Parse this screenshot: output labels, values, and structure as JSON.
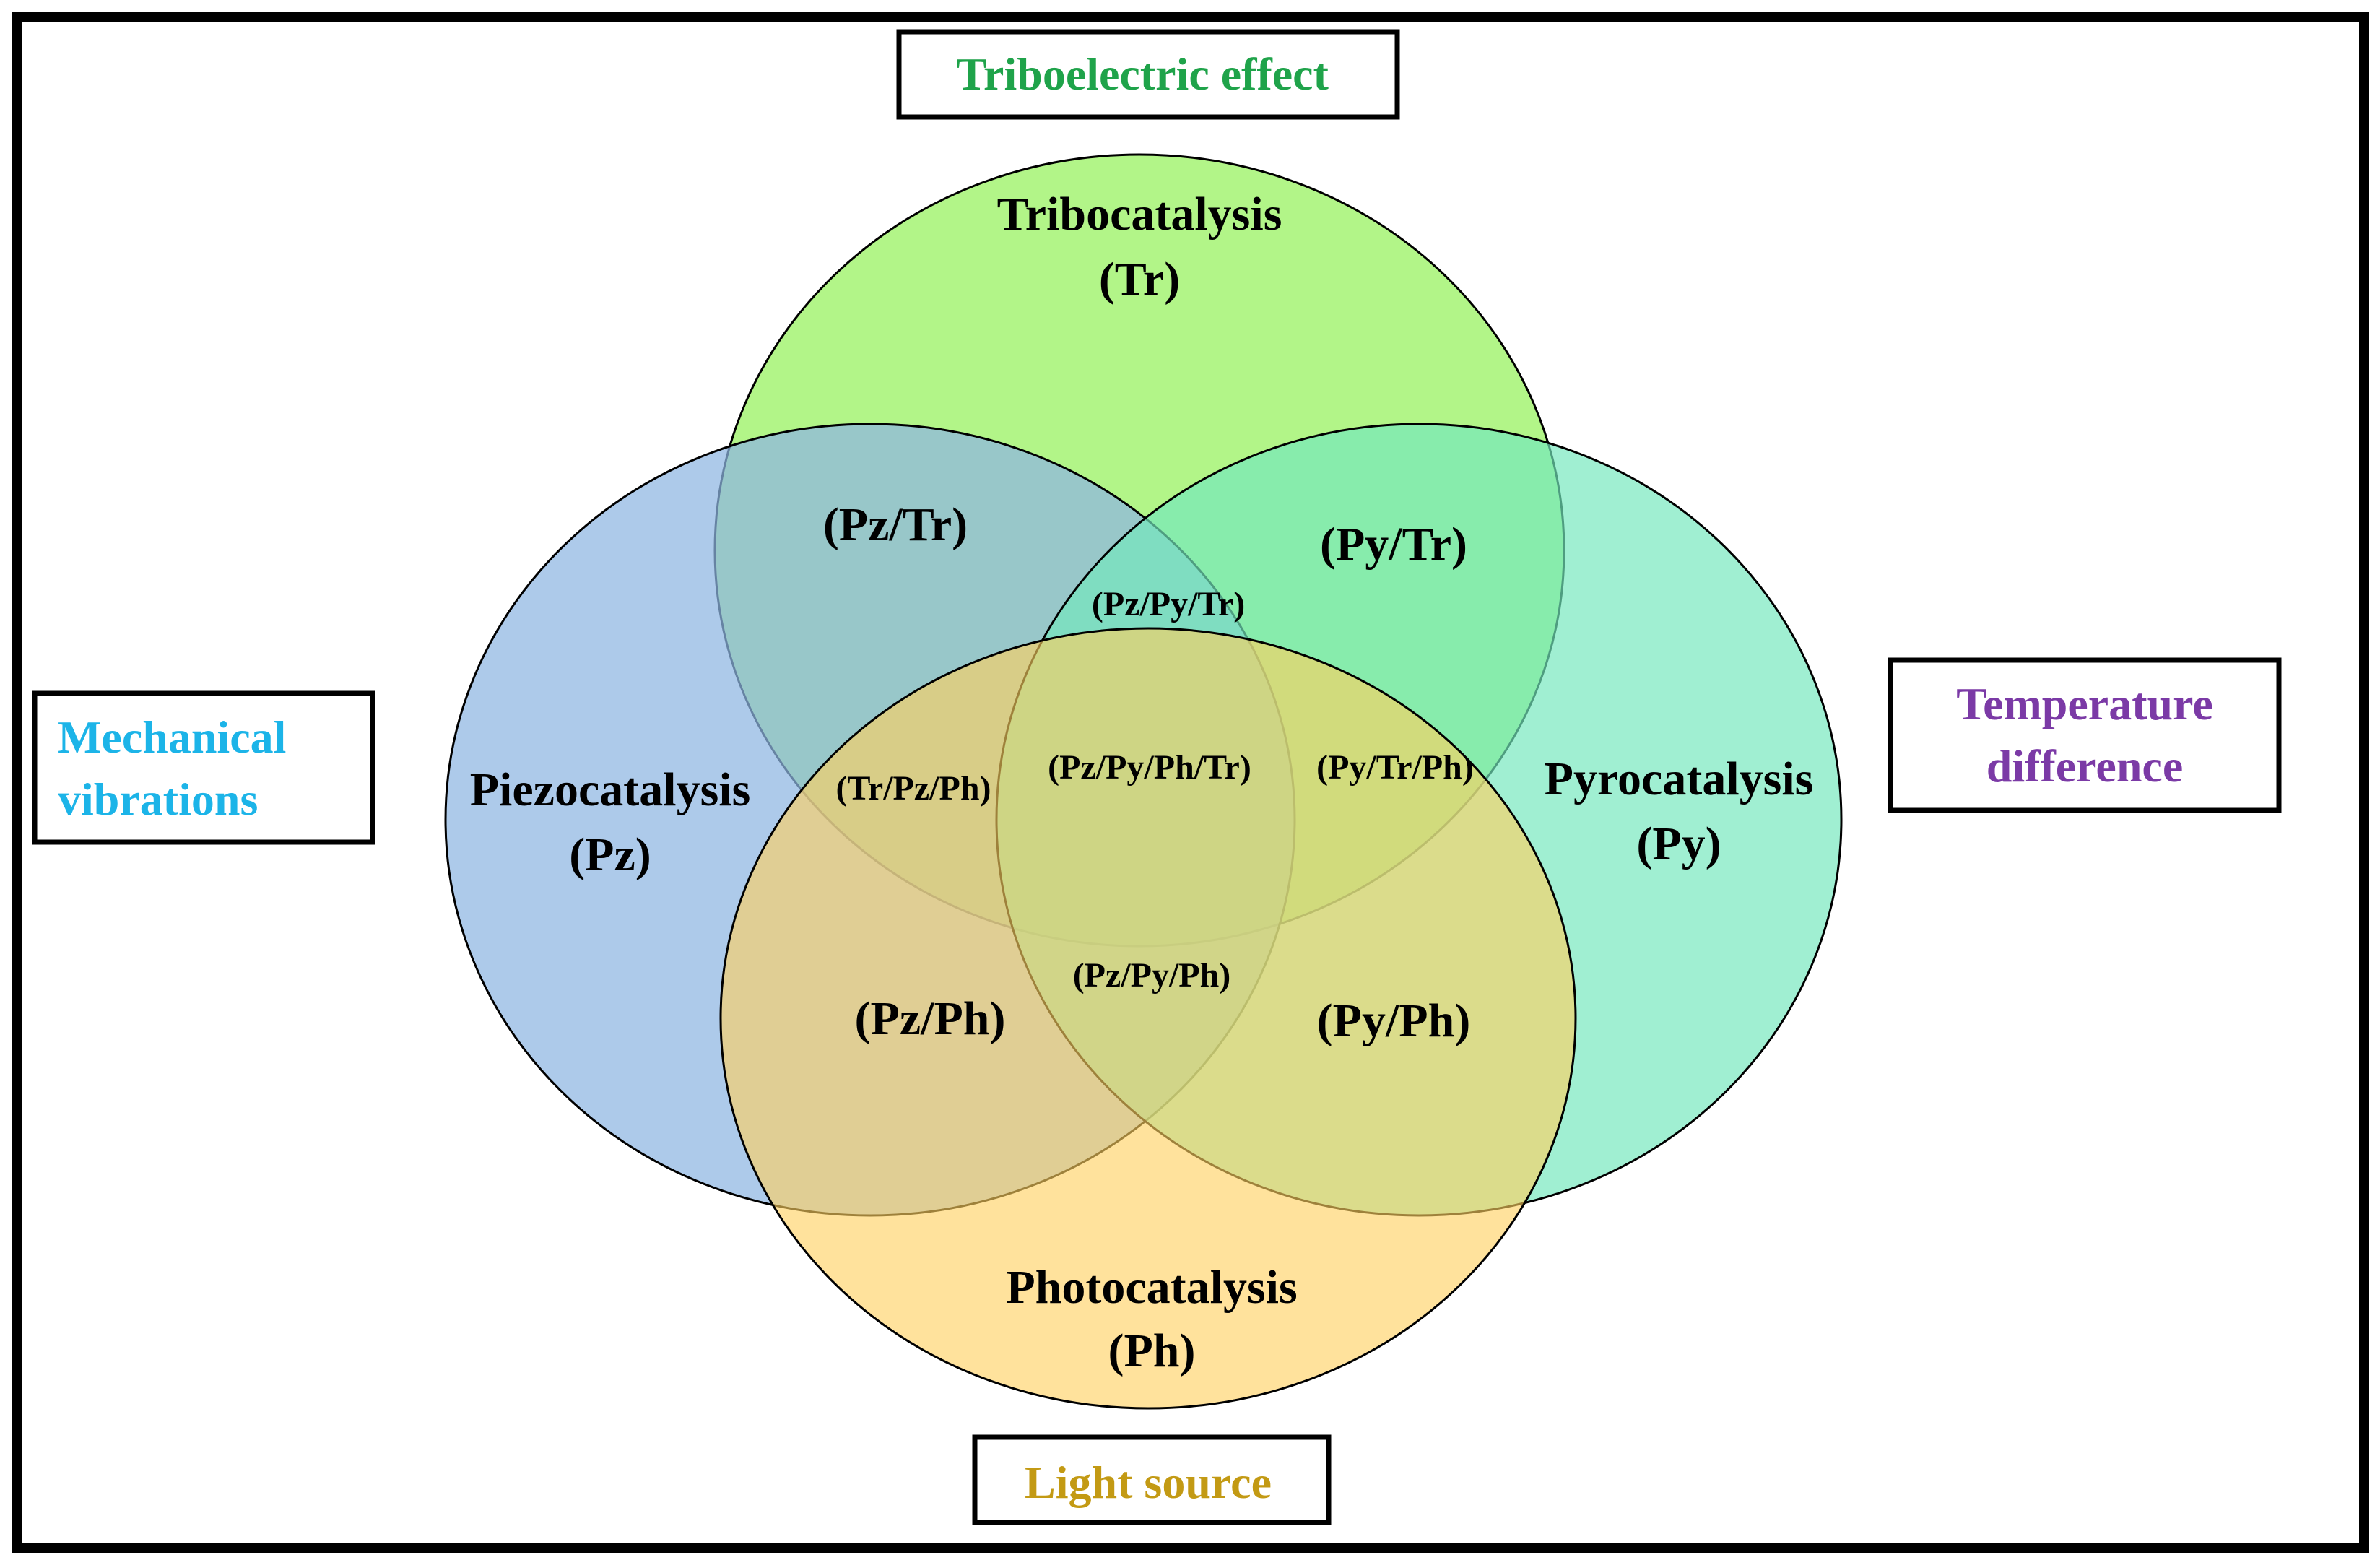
{
  "colors": {
    "frame": "#000000",
    "tribo_fill": "#9cf266",
    "piezo_fill": "#8db6e2",
    "pyro_fill": "#73e8bd",
    "photo_fill": "#ffd05f",
    "tribo_text": "#1fa34a",
    "mech_text": "#1cb4e8",
    "temp_text": "#7b3aa6",
    "light_text": "#c39a14"
  },
  "sources": {
    "triboelectric": "Triboelectric effect",
    "mechanical_line1": "Mechanical",
    "mechanical_line2": "vibrations",
    "temperature_line1": "Temperature",
    "temperature_line2": "difference",
    "light": "Light source"
  },
  "circles": {
    "tribo_name": "Tribocatalysis",
    "tribo_abbr": "(Tr)",
    "piezo_name": "Piezocatalysis",
    "piezo_abbr": "(Pz)",
    "pyro_name": "Pyrocatalysis",
    "pyro_abbr": "(Py)",
    "photo_name": "Photocatalysis",
    "photo_abbr": "(Ph)"
  },
  "intersections": {
    "pz_tr": "(Pz/Tr)",
    "py_tr": "(Py/Tr)",
    "pz_py_tr": "(Pz/Py/Tr)",
    "tr_pz_ph": "(Tr/Pz/Ph)",
    "pz_py_ph_tr": "(Pz/Py/Ph/Tr)",
    "py_tr_ph": "(Py/Tr/Ph)",
    "pz_py_ph": "(Pz/Py/Ph)",
    "pz_ph": "(Pz/Ph)",
    "py_ph": "(Py/Ph)"
  }
}
